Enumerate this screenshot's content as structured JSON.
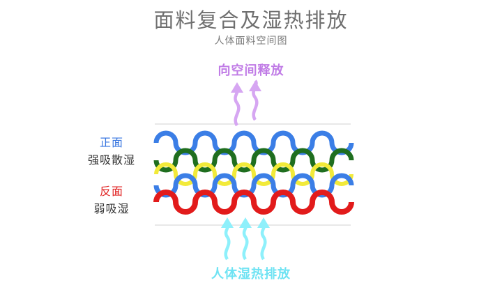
{
  "title": "面料复合及湿热排放",
  "subtitle": "人体面料空间图",
  "top_label": "向空间释放",
  "bottom_label": "人体湿热排放",
  "front": {
    "title": "正面",
    "desc": "强吸散湿"
  },
  "back": {
    "title": "反面",
    "desc": "弱吸湿"
  },
  "colors": {
    "blue": "#3b7ee6",
    "green": "#1f6e1f",
    "yellow": "#f2ea3a",
    "red": "#e21b1b",
    "purple_arrow": "#d6a6f2",
    "cyan_arrow": "#8ef0fb",
    "divider": "#d9d9d9"
  }
}
